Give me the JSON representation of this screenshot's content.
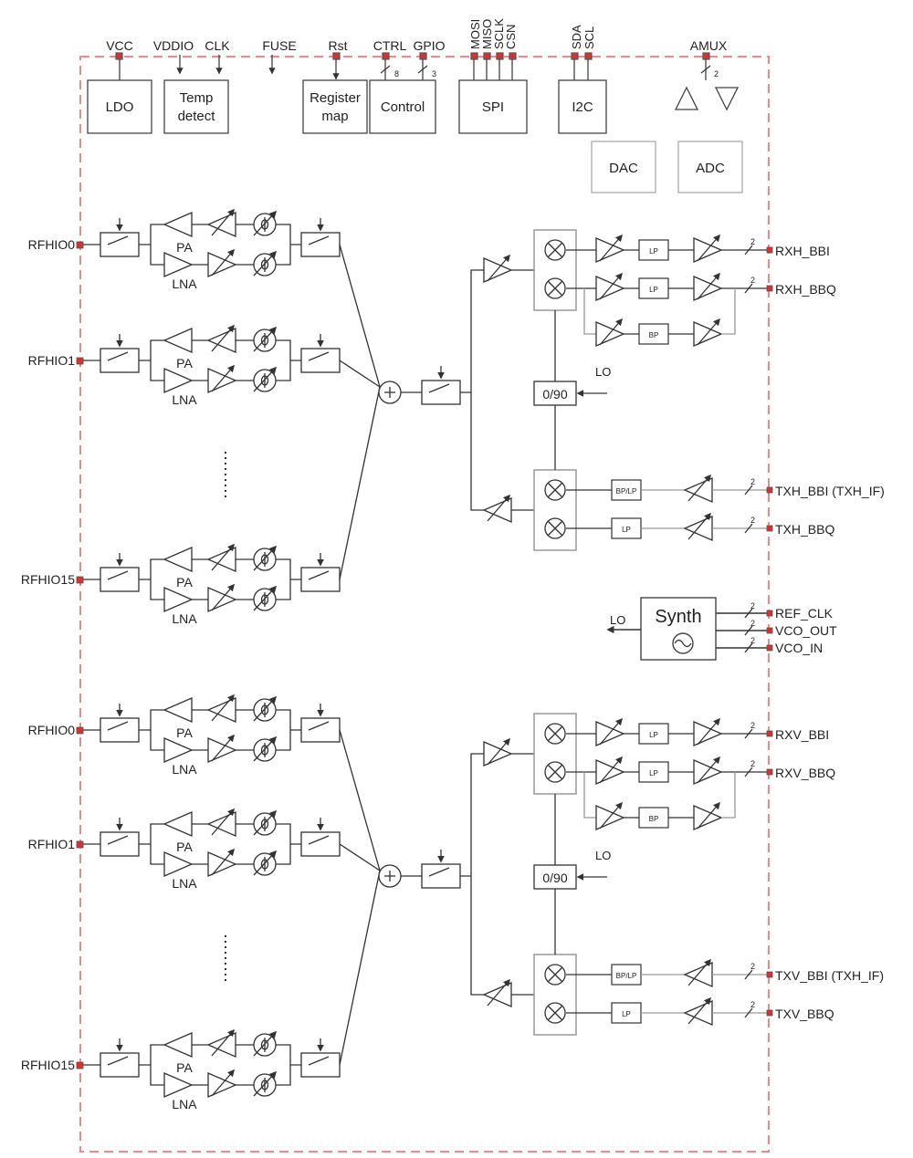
{
  "colors": {
    "border": "#f08a8a",
    "line": "#333333",
    "gray": "#999999",
    "pin": "#d93030",
    "box": "#444444"
  },
  "top_pins": {
    "vcc": "VCC",
    "vddio": "VDDIO",
    "clk": "CLK",
    "fuse": "FUSE",
    "rst": "Rst",
    "ctrl": "CTRL",
    "gpio": "GPIO",
    "mosi": "MOSI",
    "miso": "MISO",
    "sclk": "SCLK",
    "csn": "CSN",
    "sda": "SDA",
    "scl": "SCL",
    "amux": "AMUX",
    "ctrl_width": "8",
    "gpio_width": "3",
    "amux_width": "2"
  },
  "blocks": {
    "ldo": "LDO",
    "temp_1": "Temp",
    "temp_2": "detect",
    "regmap_1": "Register",
    "regmap_2": "map",
    "control": "Control",
    "spi": "SPI",
    "i2c": "I2C",
    "dac": "DAC",
    "adc": "ADC",
    "synth": "Synth"
  },
  "labels": {
    "pa": "PA",
    "lna": "LNA",
    "lo": "LO",
    "phase": "0/90",
    "lp": "LP",
    "bp": "BP",
    "bplp": "BP/LP",
    "bus_width": "2"
  },
  "rf_ports": {
    "h": [
      "RFHIO0",
      "RFHIO1",
      "RFHIO15"
    ],
    "v": [
      "RFHIO0",
      "RFHIO1",
      "RFHIO15"
    ]
  },
  "right_ports": {
    "rxh_bbi": "RXH_BBI",
    "rxh_bbq": "RXH_BBQ",
    "txh_bbi": "TXH_BBI (TXH_IF)",
    "txh_bbq": "TXH_BBQ",
    "ref_clk": "REF_CLK",
    "vco_out": "VCO_OUT",
    "vco_in": "VCO_IN",
    "rxv_bbi": "RXV_BBI",
    "rxv_bbq": "RXV_BBQ",
    "txv_bbi": "TXV_BBI (TXH_IF)",
    "txv_bbq": "TXV_BBQ"
  }
}
